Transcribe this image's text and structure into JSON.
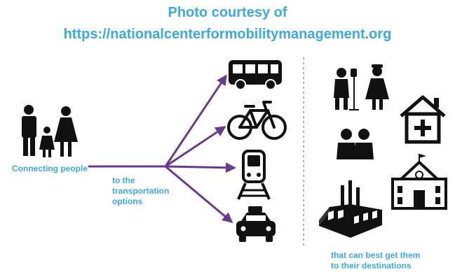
{
  "credit": {
    "line1": "Photo courtesy of",
    "line2": "https://nationalcenterformobilitymanagement.org"
  },
  "captions": {
    "connecting": "Connecting people",
    "transport": [
      "to the",
      "transportation",
      "options"
    ],
    "destinations": [
      "that can best get them",
      "to their destinations"
    ]
  },
  "colors": {
    "text_accent": "#3aa9e8",
    "arrows": "#6b3a8c",
    "icons": "#111111",
    "divider": "#b9a6cf"
  },
  "icons": {
    "people": "family-icon",
    "transport": [
      "bus-icon",
      "bicycle-icon",
      "train-icon",
      "taxi-icon"
    ],
    "destinations": [
      "medical-care-icon",
      "home-health-icon",
      "community-group-icon",
      "school-icon",
      "factory-icon"
    ]
  }
}
